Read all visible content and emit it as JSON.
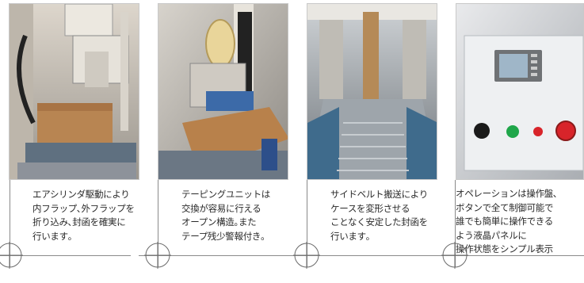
{
  "panels": [
    {
      "caption": "エアシリンダ駆動により\n内フラップ､外フラップを\n折り込み､封函を確実に\n行います｡",
      "photo_subject": "air-cylinder-folding-unit"
    },
    {
      "caption": "テーピングユニットは\n交換が容易に行える\nオープン構造｡また\nテープ残少警報付き｡",
      "photo_subject": "taping-unit"
    },
    {
      "caption": "サイドベルト搬送により\nケースを変形させる\nことなく安定した封函を\n行います｡",
      "photo_subject": "side-belt-conveyor"
    },
    {
      "caption": "オペレーションは操作盤､\nボタンで全て制御可能で\n誰でも簡単に操作できる\nよう液晶パネルに\n操作状態をシンプル表示",
      "photo_subject": "operation-panel"
    }
  ],
  "colors": {
    "button_black": "#1a1a1a",
    "button_green": "#1fa64a",
    "button_red": "#d8242a",
    "lcd": "#9fb6c8"
  }
}
